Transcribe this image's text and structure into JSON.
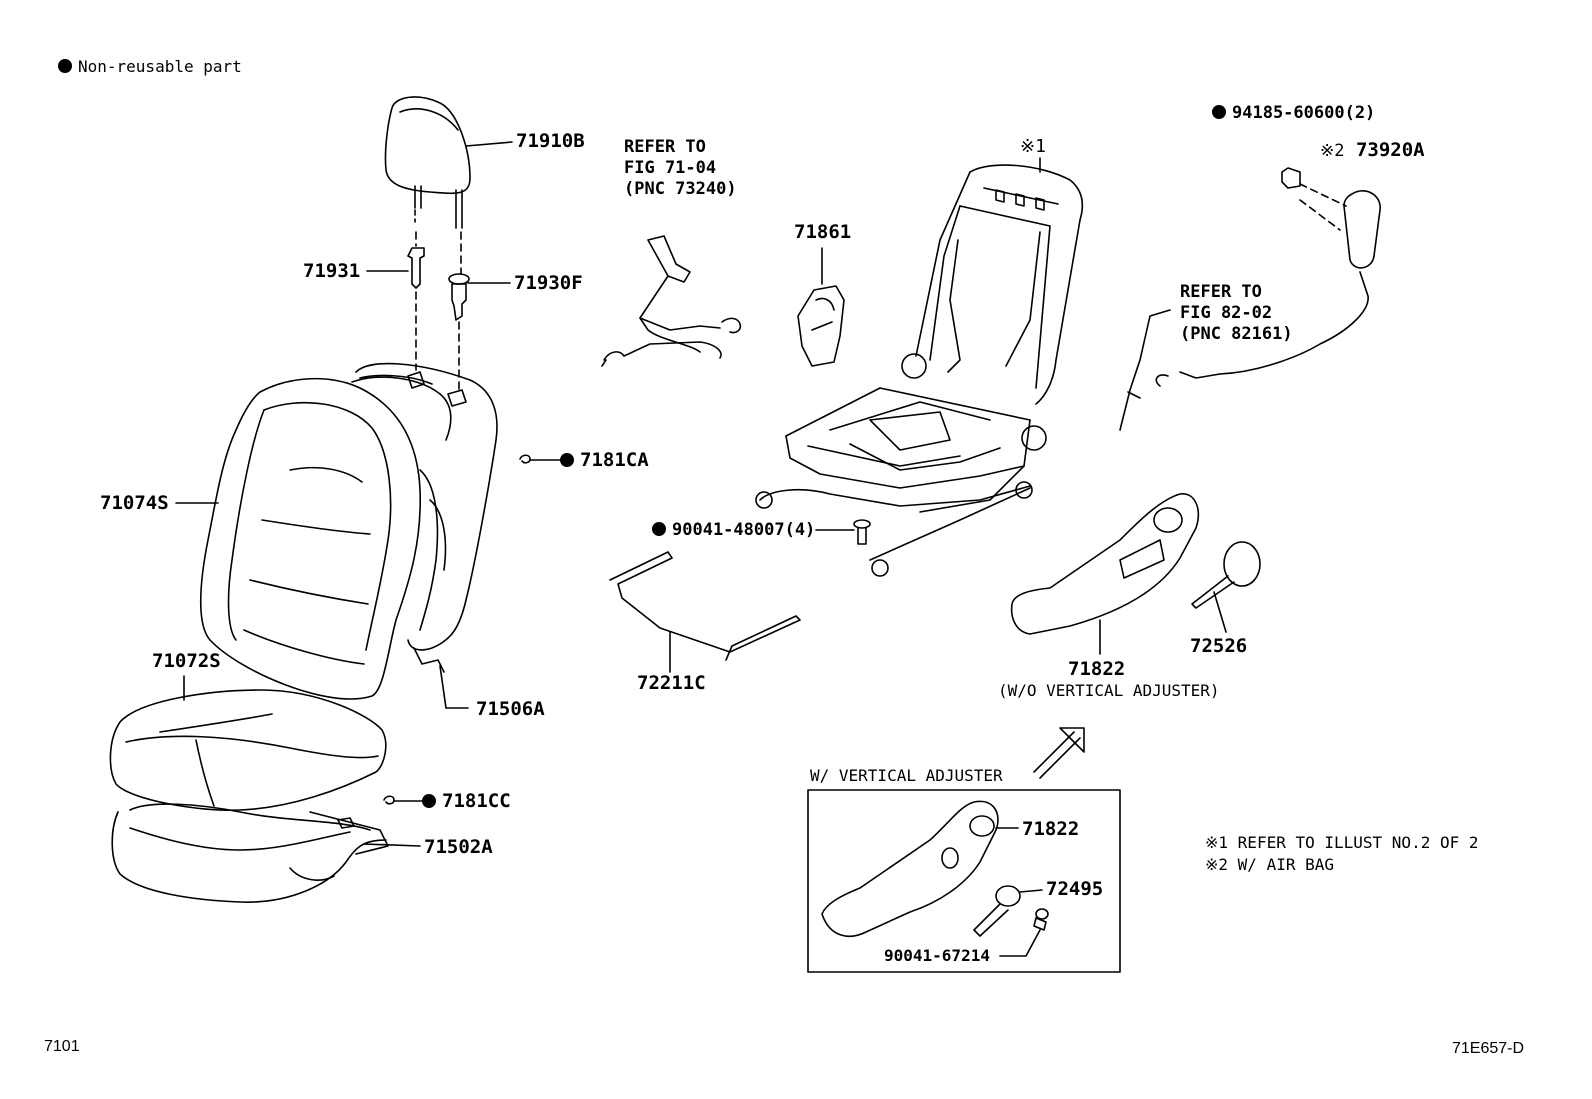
{
  "legend": {
    "symbol": "filled-circle",
    "text": "Non-reusable part"
  },
  "parts": {
    "p71910B": "71910B",
    "p71931": "71931",
    "p71930F": "71930F",
    "p7181CA": "7181CA",
    "p71074S": "71074S",
    "p71072S": "71072S",
    "p71506A": "71506A",
    "p7181CC": "7181CC",
    "p71502A": "71502A",
    "p71861": "71861",
    "p90041_48007": "90041-48007(4)",
    "p72211C": "72211C",
    "p71822_main": "71822",
    "p71822_note": "(W/O VERTICAL ADJUSTER)",
    "p72526": "72526",
    "p94185": "94185-60600(2)",
    "p73920A": "73920A",
    "p71822_box": "71822",
    "p72495": "72495",
    "p90041_67214": "90041-67214"
  },
  "references": {
    "seatbelt": [
      "REFER TO",
      "FIG 71-04",
      "(PNC 73240)"
    ],
    "wiring": [
      "REFER TO",
      "FIG 82-02",
      "(PNC 82161)"
    ],
    "frame_mark": "※1",
    "airbag_mark": "※2"
  },
  "inset": {
    "title": "W/ VERTICAL ADJUSTER"
  },
  "notes": [
    "※1 REFER TO ILLUST NO.2 OF 2",
    "※2 W/ AIR BAG"
  ],
  "footer": {
    "left": "7101",
    "right": "71E657-D"
  }
}
